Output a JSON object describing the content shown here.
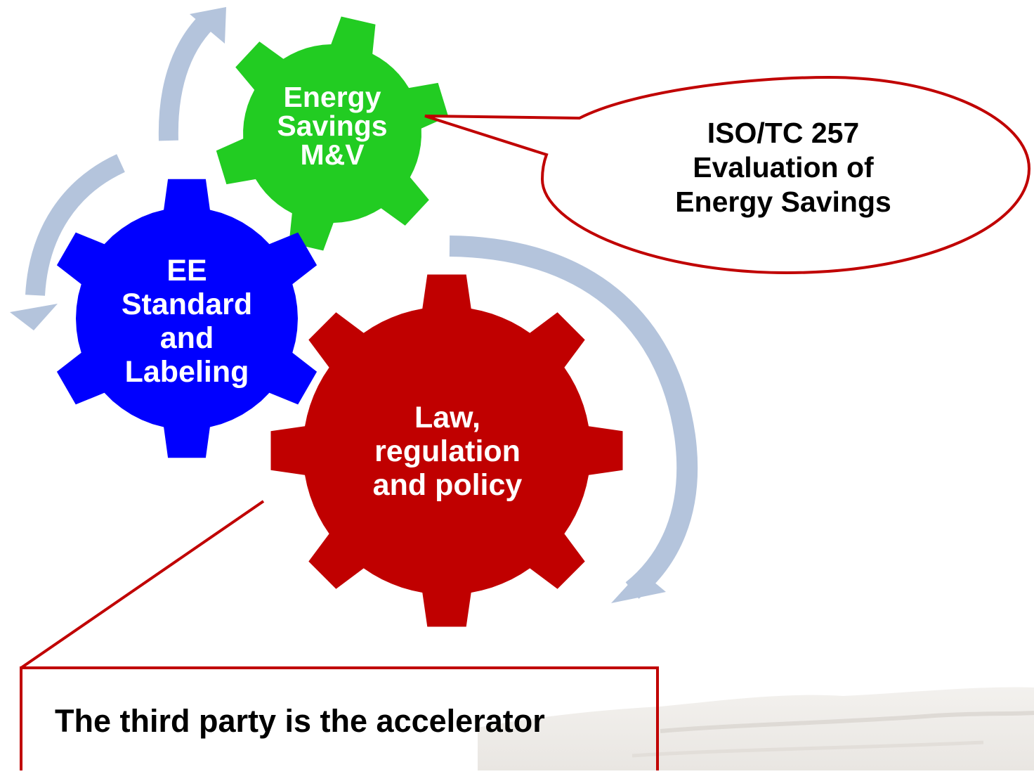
{
  "gears": [
    {
      "name": "law-regulation-policy-gear",
      "color": "#c00000",
      "label": [
        "Law,",
        "regulation",
        "and policy"
      ]
    },
    {
      "name": "ee-standard-labeling-gear",
      "color": "#0000ff",
      "label": [
        "EE",
        "Standard",
        "and",
        "Labeling"
      ]
    },
    {
      "name": "energy-savings-mv-gear",
      "color": "#22cc22",
      "label": [
        "Energy",
        "Savings",
        "M&V"
      ]
    }
  ],
  "callout": {
    "lines": [
      "ISO/TC 257",
      "Evaluation of",
      "Energy Savings"
    ],
    "border_color": "#c00000"
  },
  "note_box": {
    "text": "The third party is the accelerator",
    "border_color": "#c00000"
  },
  "arrow_color": "#b4c4dc"
}
